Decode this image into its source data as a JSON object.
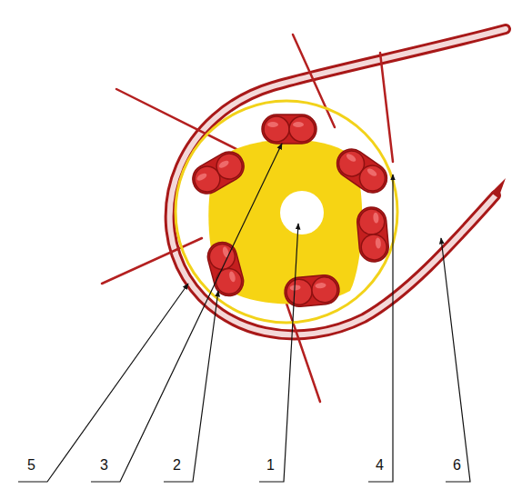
{
  "diagram": {
    "labels": [
      "5",
      "3",
      "2",
      "1",
      "4",
      "6"
    ]
  }
}
